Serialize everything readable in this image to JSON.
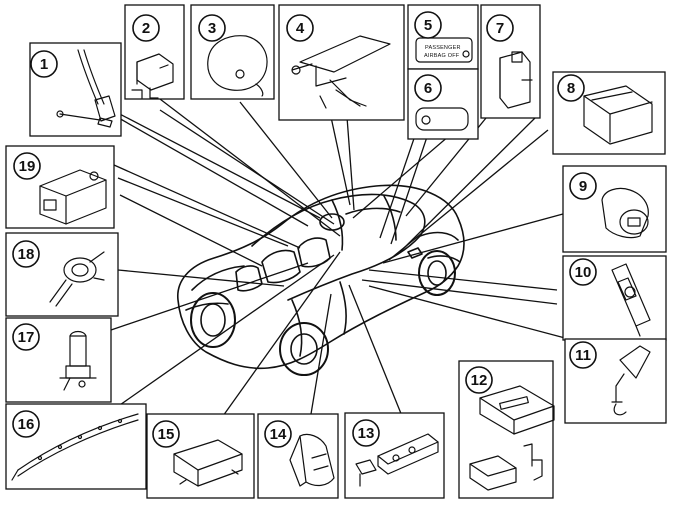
{
  "components": [
    {
      "number": "1",
      "icon": "seatbelt-anchor-pretensioner-icon"
    },
    {
      "number": "2",
      "icon": "crash-sensor-bracket-icon"
    },
    {
      "number": "3",
      "icon": "driver-airbag-module-icon"
    },
    {
      "number": "4",
      "icon": "steering-column-icon"
    },
    {
      "number": "5",
      "icon": "passenger-airbag-off-indicator-icon"
    },
    {
      "number": "6",
      "icon": "indicator-lamp-icon"
    },
    {
      "number": "7",
      "icon": "side-impact-sensor-icon"
    },
    {
      "number": "8",
      "icon": "passenger-airbag-module-icon"
    },
    {
      "number": "9",
      "icon": "airbag-switch-icon"
    },
    {
      "number": "10",
      "icon": "seatbelt-retractor-icon"
    },
    {
      "number": "11",
      "icon": "seatbelt-buckle-icon"
    },
    {
      "number": "12",
      "icon": "control-module-bracket-icon"
    },
    {
      "number": "13",
      "icon": "bracket-rail-icon"
    },
    {
      "number": "14",
      "icon": "seat-side-airbag-icon"
    },
    {
      "number": "15",
      "icon": "airbag-control-module-icon"
    },
    {
      "number": "16",
      "icon": "inflatable-curtain-icon"
    },
    {
      "number": "17",
      "icon": "seatbelt-buckle-pretensioner-icon"
    },
    {
      "number": "18",
      "icon": "seatbelt-pretensioner-icon"
    },
    {
      "number": "19",
      "icon": "impact-sensor-icon"
    }
  ],
  "indicator_text": {
    "line1": "PASSENGER",
    "line2": "AIRBAG OFF"
  }
}
